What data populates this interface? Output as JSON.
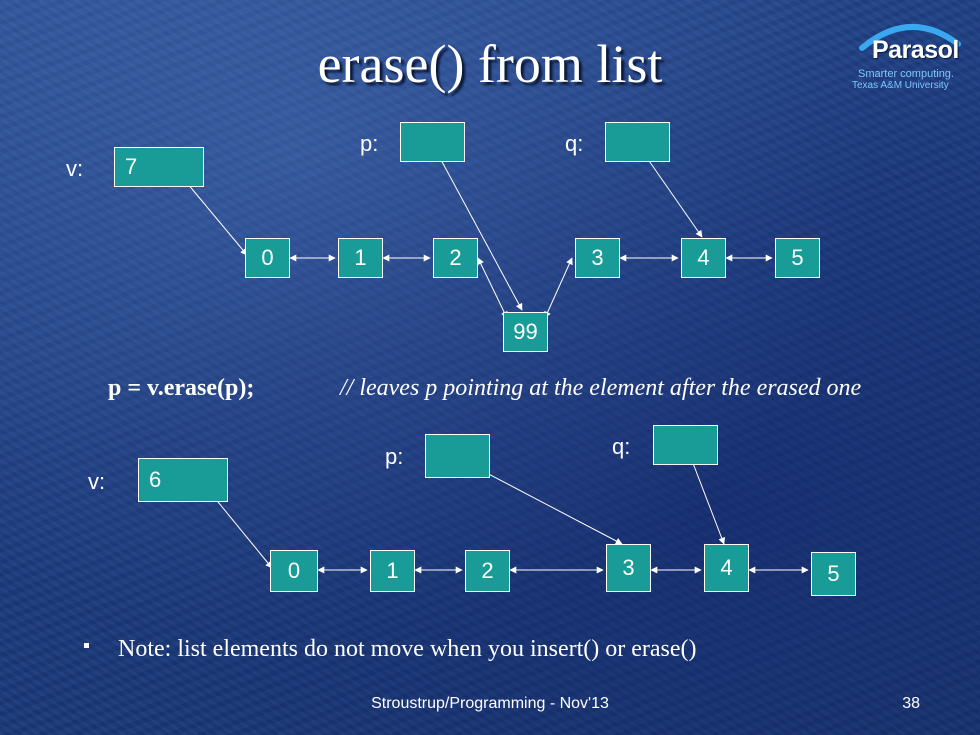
{
  "slide": {
    "title": "erase() from list",
    "code_statement": "p = v.erase(p);",
    "code_comment": "// leaves p pointing at the element after the erased one",
    "note": "Note: list elements do not move when you insert() or erase()",
    "footer": "Stroustrup/Programming - Nov'13",
    "page_number": "38"
  },
  "logo": {
    "name": "Parasol",
    "tagline": "Smarter computing.",
    "institution": "Texas A&M University"
  },
  "before": {
    "v_label": "v:",
    "v_size": "7",
    "p_label": "p:",
    "q_label": "q:",
    "nodes": [
      "0",
      "1",
      "2",
      "3",
      "4",
      "5"
    ],
    "erased_node": "99"
  },
  "after": {
    "v_label": "v:",
    "v_size": "6",
    "p_label": "p:",
    "q_label": "q:",
    "nodes": [
      "0",
      "1",
      "2",
      "3",
      "4",
      "5"
    ]
  },
  "colors": {
    "node_fill": "#199c97",
    "node_border": "#ffffff",
    "background": "#1d3f82",
    "logo_arc": "#3aa8f0"
  }
}
